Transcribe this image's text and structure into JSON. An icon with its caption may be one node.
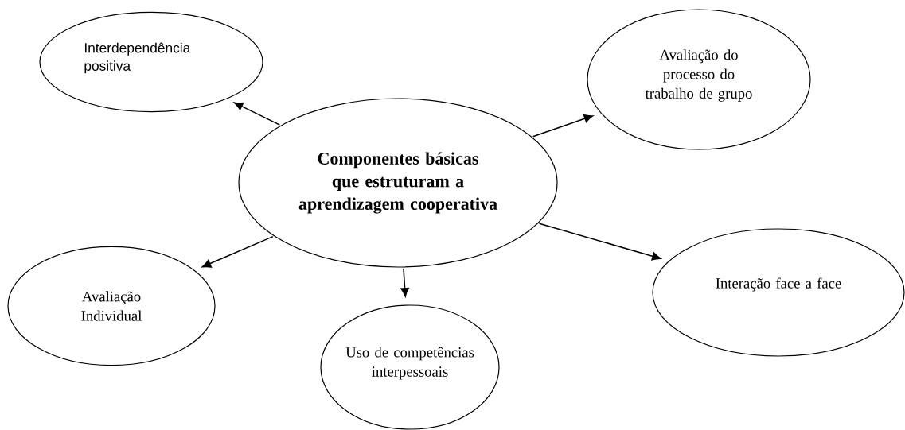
{
  "diagram": {
    "nodes": [
      {
        "text": [
          "Componentes básicas que estruturam a aprendizagem cooperativa"
        ]
      },
      {
        "text": [
          "Interdependência positiva"
        ]
      },
      {
        "text": [
          "Avaliação do processo do trabalho de grupo"
        ]
      },
      {
        "text": [
          "Interação face a face"
        ]
      },
      {
        "text": [
          "Uso de competências interpessoais"
        ]
      },
      {
        "text": [
          "Avaliação Individual"
        ]
      }
    ],
    "edges": [
      {
        "from": 0,
        "to": 1,
        "arrow": "to"
      },
      {
        "from": 0,
        "to": 2,
        "arrow": "to"
      },
      {
        "from": 0,
        "to": 3,
        "arrow": "to"
      },
      {
        "from": 0,
        "to": 4,
        "arrow": "to"
      },
      {
        "from": 0,
        "to": 5,
        "arrow": "to"
      }
    ]
  }
}
